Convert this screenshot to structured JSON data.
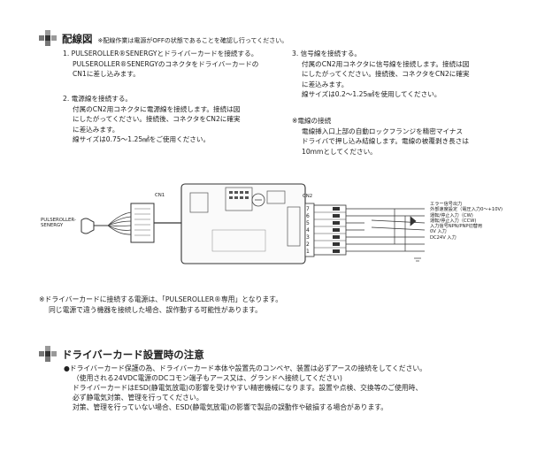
{
  "wiring": {
    "heading": "配線図",
    "caution": "※配線作業は電源がOFFの状態であることを確認し行ってください。",
    "steps_left": [
      {
        "lines": [
          "1. PULSEROLLER®SENERGYとドライバーカードを接続する。",
          "PULSEROLLER®SENERGYのコネクタをドライバーカードの",
          "CN1に差し込みます。"
        ]
      },
      {
        "lines": [
          "2. 電源線を接続する。",
          "付属のCN2用コネクタに電源線を接続します。接続は図",
          "にしたがってください。接続後、コネクタをCN2に確実",
          "に差込みます。",
          "線サイズは0.75～1.25㎟をご使用ください。"
        ]
      }
    ],
    "steps_right": [
      {
        "lines": [
          "3. 信号線を接続する。",
          "付属のCN2用コネクタに信号線を接続します。接続は図",
          "にしたがってください。接続後、コネクタをCN2に確実",
          "に差込みます。",
          "線サイズは0.2～1.25㎟を使用してください。"
        ]
      },
      {
        "lines": [
          "※電線の接続",
          "電線挿入口上部の自動ロックフランジを精密マイナス",
          "ドライバで押し込み結線します。電線の被覆剥き長さは",
          "10mmとしてください。"
        ]
      }
    ]
  },
  "diagram": {
    "cn1": "CN1",
    "cn2": "CN2",
    "motor_label": [
      "PULSEROLLER-",
      "SENERGY"
    ],
    "pin_numbers": [
      "7",
      "6",
      "5",
      "4",
      "3",
      "2",
      "1"
    ],
    "signal_labels": [
      "エラー信号出力",
      "外部速度設定（電圧入力0～+10V)",
      "運転/停止入力（CW)",
      "運転/停止入力（CCW)",
      "入力信号NPN/PNP切替用",
      "0V  入力",
      "DC24V 入力"
    ]
  },
  "power_note": [
    "※ドライバーカードに接続する電源は、「PULSEROLLER®専用」となります。",
    "同じ電源で違う機器を接続した場合、誤作動する可能性があります。"
  ],
  "install": {
    "heading": "ドライバーカード設置時の注意",
    "lines": [
      "●ドライバーカード保護の為、ドライバーカード本体や設置先のコンベヤ、装置は必ずアースの接続をしてください。",
      "（使用される24VDC電源のDCコモン端子もアース又は、グランドへ接続してください)",
      "ドライバーカードはESD(静電気放電)の影響を受けやすい精密機械になります。設置や点検、交換等のご使用時、",
      "必ず静電気対策、管理を行ってください。",
      "対策、管理を行っていない場合、ESD(静電気放電)の影響で製品の誤動作や破損する場合があります。"
    ]
  }
}
